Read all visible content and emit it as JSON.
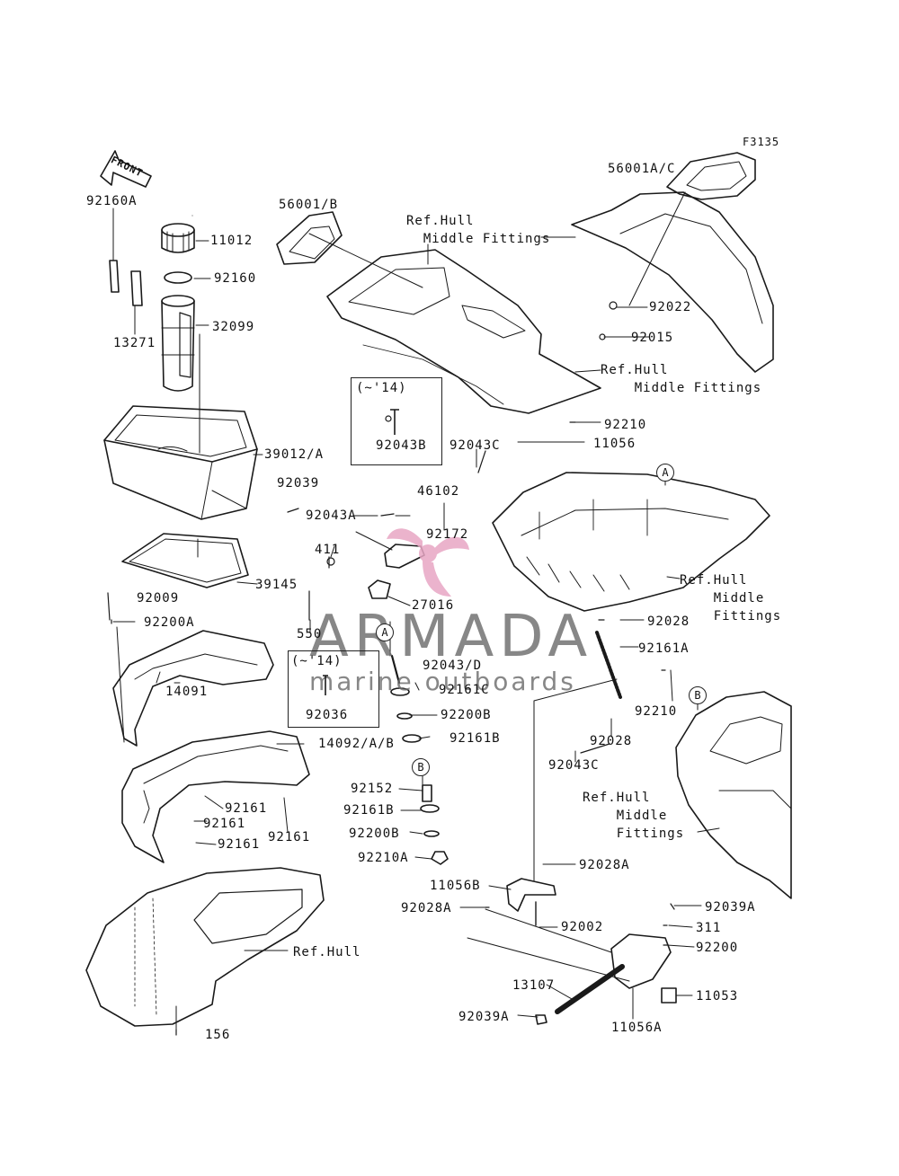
{
  "figure_code": "F3135",
  "front_label": "FRONT",
  "watermark": {
    "brand": "ARMADA",
    "tagline": "marine outboards"
  },
  "variant_boxes": [
    {
      "title": "(~'14)",
      "part": "92043B"
    },
    {
      "title": "(~'14)",
      "part": "92036"
    }
  ],
  "ref_labels": [
    "Ref.Hull\n  Middle Fittings",
    "Ref.Hull\n    Middle Fittings",
    "Ref.Hull\n    Middle\n    Fittings",
    "Ref.Hull\n    Middle\n    Fittings",
    "Ref.Hull"
  ],
  "callouts": {
    "A1": "A",
    "A2": "A",
    "B1": "B",
    "B2": "B"
  },
  "parts": [
    "92160A",
    "11012",
    "92160",
    "13271",
    "32099",
    "39012/A",
    "92039",
    "92043A",
    "39145",
    "56001/B",
    "56001A/C",
    "92022",
    "92015",
    "92210",
    "11056",
    "92043C",
    "46102",
    "92172",
    "411",
    "27016",
    "550",
    "92009",
    "92200A",
    "14091",
    "92043/D",
    "92161C",
    "92200B",
    "92161B",
    "14092/A/B",
    "92152",
    "92161B",
    "92200B",
    "92210A",
    "92161",
    "92161",
    "92161",
    "92161",
    "92028",
    "92161A",
    "92210",
    "92028",
    "92043C",
    "11056B",
    "92028A",
    "92028A",
    "92002",
    "92039A",
    "311",
    "92200",
    "13107",
    "11053",
    "92039A",
    "11056A",
    "156"
  ]
}
